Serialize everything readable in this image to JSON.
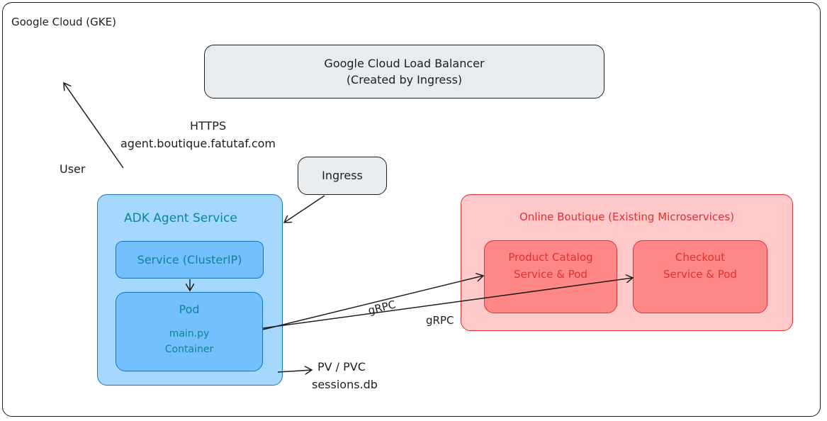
{
  "frame": {
    "title": "Google Cloud (GKE)"
  },
  "load_balancer": {
    "line1": "Google Cloud Load Balancer",
    "line2": "(Created by Ingress)"
  },
  "https": {
    "protocol": "HTTPS",
    "host": "agent.boutique.fatutaf.com"
  },
  "user": {
    "label": "User"
  },
  "ingress": {
    "label": "Ingress"
  },
  "adk": {
    "title": "ADK Agent Service",
    "service_label": "Service (ClusterIP)",
    "pod_title": "Pod",
    "pod_line1": "main.py",
    "pod_line2": "Container"
  },
  "online_boutique": {
    "title": "Online Boutique (Existing Microservices)",
    "product_catalog": {
      "line1": "Product Catalog",
      "line2": "Service & Pod"
    },
    "checkout": {
      "line1": "Checkout",
      "line2": "Service & Pod"
    }
  },
  "edges": {
    "grpc_1": "gRPC",
    "grpc_2": "gRPC"
  },
  "storage": {
    "line1": "PV / PVC",
    "line2": "sessions.db"
  },
  "colors": {
    "adk_fill": "#a5d8ff",
    "adk_inner_fill": "#74c0fc",
    "adk_stroke": "#1971c2",
    "adk_text": "#0c8599",
    "ob_fill": "#ffc9c9",
    "ob_inner_fill": "#ff8787",
    "ob_stroke": "#e03131",
    "neutral_fill": "#e9ecef",
    "ink": "#1e1e1e"
  }
}
